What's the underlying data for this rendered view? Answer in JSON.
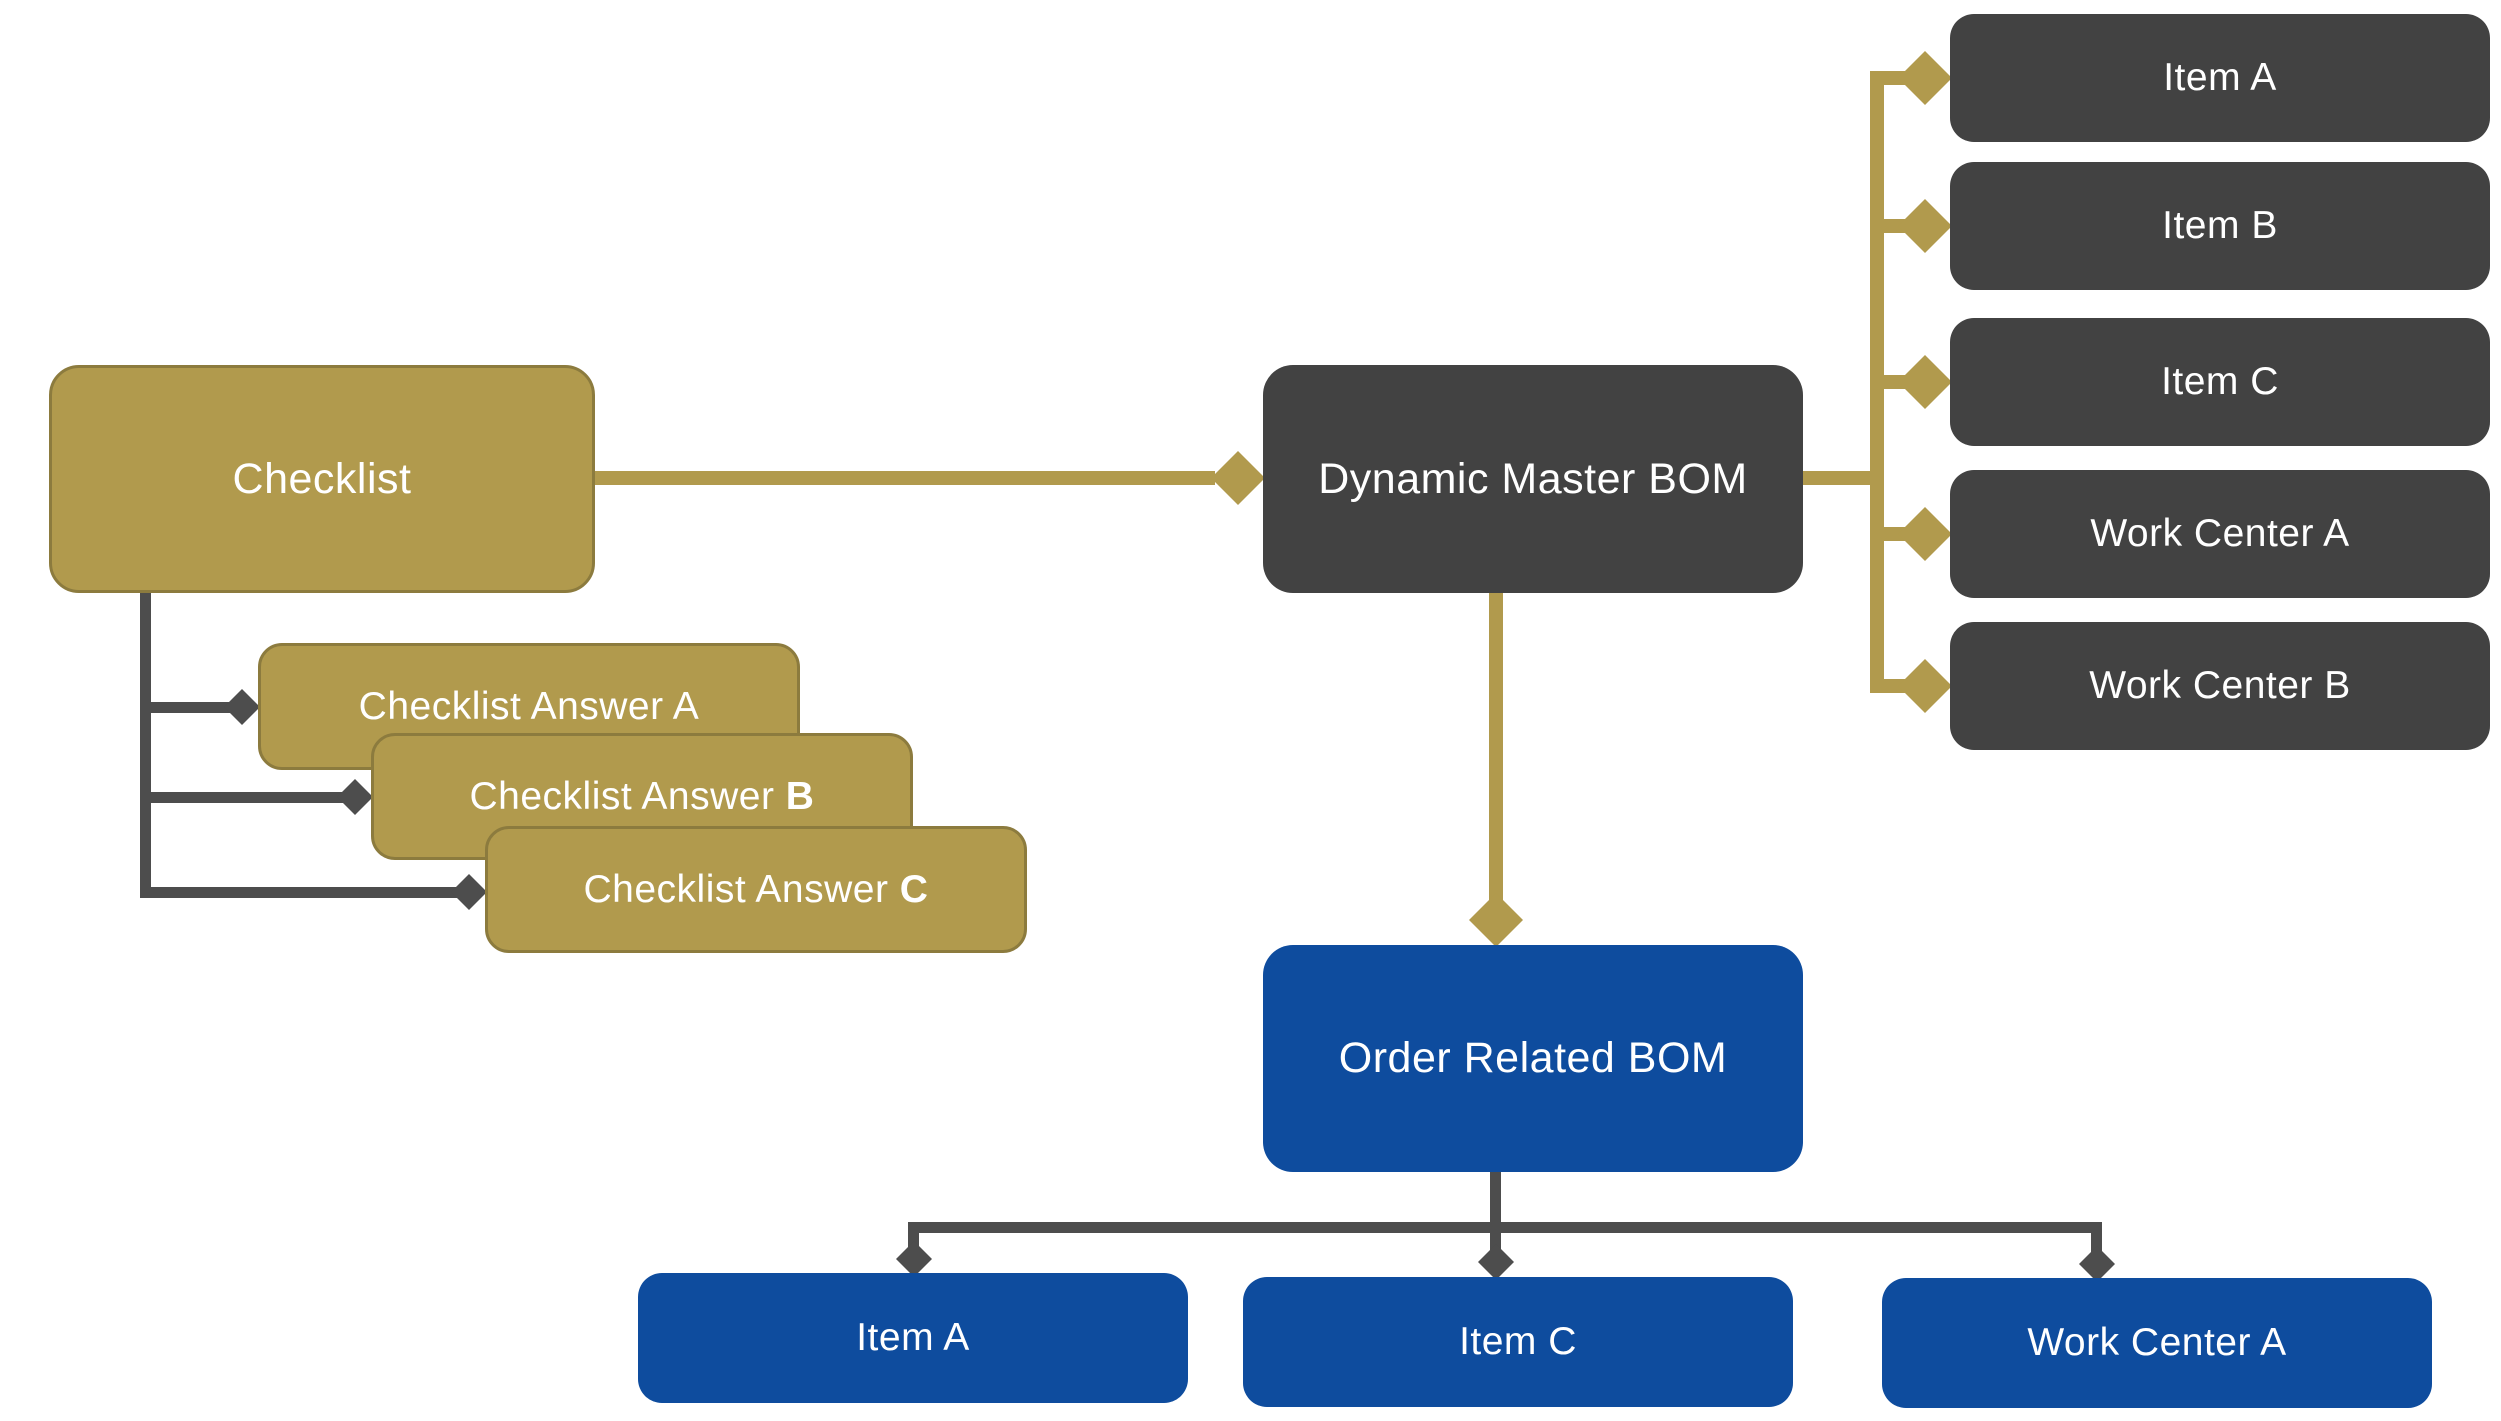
{
  "diagram": {
    "description": "BOM relationship diagram",
    "colors": {
      "gold_fill": "#B19A4D",
      "gold_border": "#8C7B3E",
      "dark_gray_fill": "#424242",
      "blue_fill": "#0E4C9E",
      "dark_connector": "#4D4D4D",
      "gold_connector": "#B19A4D",
      "text": "#FFFFFF",
      "background": "#FFFFFF"
    },
    "nodes": {
      "checklist": {
        "label": "Checklist"
      },
      "dynamic_master_bom": {
        "label": "Dynamic Master BOM"
      },
      "master_item_a": {
        "label": "Item A"
      },
      "master_item_b": {
        "label": "Item B"
      },
      "master_item_c": {
        "label": "Item C"
      },
      "master_work_center_a": {
        "label": "Work Center A"
      },
      "master_work_center_b": {
        "label": "Work Center B"
      },
      "checklist_answer_a": {
        "prefix": "Checklist Answer ",
        "suffix": "A"
      },
      "checklist_answer_b": {
        "prefix": "Checklist Answer ",
        "suffix": "B"
      },
      "checklist_answer_c": {
        "prefix": "Checklist Answer ",
        "suffix": "C"
      },
      "order_related_bom": {
        "label": "Order Related BOM"
      },
      "order_item_a": {
        "label": "Item A"
      },
      "order_item_c": {
        "label": "Item C"
      },
      "order_work_center_a": {
        "label": "Work Center A"
      }
    }
  }
}
